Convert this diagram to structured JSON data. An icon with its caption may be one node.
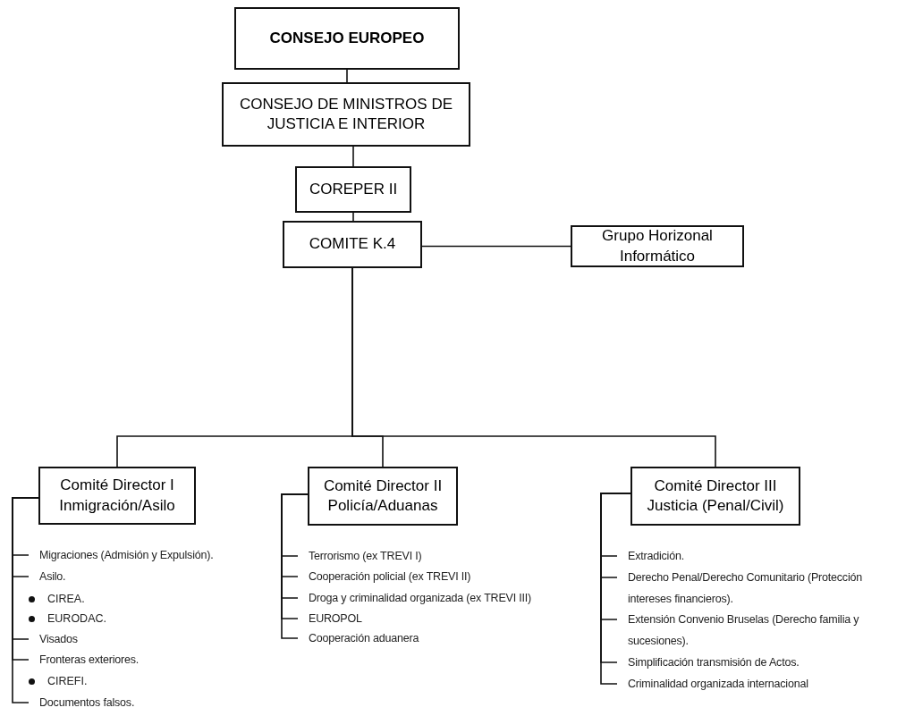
{
  "diagram": {
    "nodes": [
      {
        "text": [
          "CONSEJO EUROPEO"
        ]
      },
      {
        "text": [
          "CONSEJO DE MINISTROS DE JUSTICIA E INTERIOR"
        ]
      },
      {
        "text": [
          "COREPER II"
        ]
      },
      {
        "text": [
          "COMITE K.4"
        ]
      },
      {
        "text": [
          "Grupo Horizonal Informático"
        ]
      },
      {
        "text": [
          "Comité Director I Inmigración/Asilo"
        ]
      },
      {
        "text": [
          "Comité Director II Policía/Aduanas"
        ]
      },
      {
        "text": [
          "Comité Director III Justicia (Penal/Civil)"
        ]
      },
      {
        "text": [
          "Migraciones (Admisión y Expulsión)."
        ]
      },
      {
        "text": [
          "Asilo."
        ]
      },
      {
        "text": [
          "Visados"
        ]
      },
      {
        "text": [
          "Fronteras exteriores."
        ]
      },
      {
        "text": [
          "Documentos falsos."
        ]
      },
      {
        "text": [
          "Terrorismo (ex TREVI I)"
        ]
      },
      {
        "text": [
          "Cooperación policial (ex TREVI II)"
        ]
      },
      {
        "text": [
          "Droga y criminalidad organizada (ex TREVI III)"
        ]
      },
      {
        "text": [
          "EUROPOL"
        ]
      },
      {
        "text": [
          "Cooperación aduanera"
        ]
      },
      {
        "text": [
          "Extradición."
        ]
      },
      {
        "text": [
          "Derecho Penal/Derecho Comunitario (Protección intereses financieros)."
        ]
      },
      {
        "text": [
          "Extensión Convenio Bruselas (Derecho familia y sucesiones)."
        ]
      },
      {
        "text": [
          "Simplificación transmisión de Actos."
        ]
      },
      {
        "text": [
          "Criminalidad organizada internacional"
        ]
      }
    ],
    "edges": [
      {
        "from": 0,
        "to": 1,
        "arrow": "none"
      },
      {
        "from": 1,
        "to": 2,
        "arrow": "none"
      },
      {
        "from": 2,
        "to": 3,
        "arrow": "none"
      },
      {
        "from": 3,
        "to": 4,
        "arrow": "none"
      },
      {
        "from": 3,
        "to": 5,
        "arrow": "none"
      },
      {
        "from": 3,
        "to": 6,
        "arrow": "none"
      },
      {
        "from": 3,
        "to": 7,
        "arrow": "none"
      },
      {
        "from": 5,
        "to": 8,
        "arrow": "none"
      },
      {
        "from": 5,
        "to": 9,
        "arrow": "none"
      },
      {
        "from": 5,
        "to": 10,
        "arrow": "none"
      },
      {
        "from": 5,
        "to": 11,
        "arrow": "none"
      },
      {
        "from": 5,
        "to": 12,
        "arrow": "none"
      },
      {
        "from": 6,
        "to": 13,
        "arrow": "none"
      },
      {
        "from": 6,
        "to": 14,
        "arrow": "none"
      },
      {
        "from": 6,
        "to": 15,
        "arrow": "none"
      },
      {
        "from": 6,
        "to": 16,
        "arrow": "none"
      },
      {
        "from": 6,
        "to": 17,
        "arrow": "none"
      },
      {
        "from": 7,
        "to": 18,
        "arrow": "none"
      },
      {
        "from": 7,
        "to": 19,
        "arrow": "none"
      },
      {
        "from": 7,
        "to": 20,
        "arrow": "none"
      },
      {
        "from": 7,
        "to": 21,
        "arrow": "none"
      },
      {
        "from": 7,
        "to": 22,
        "arrow": "none"
      }
    ],
    "labels": [
      "CIREA.",
      "EURODAC.",
      "CIREFI."
    ]
  }
}
